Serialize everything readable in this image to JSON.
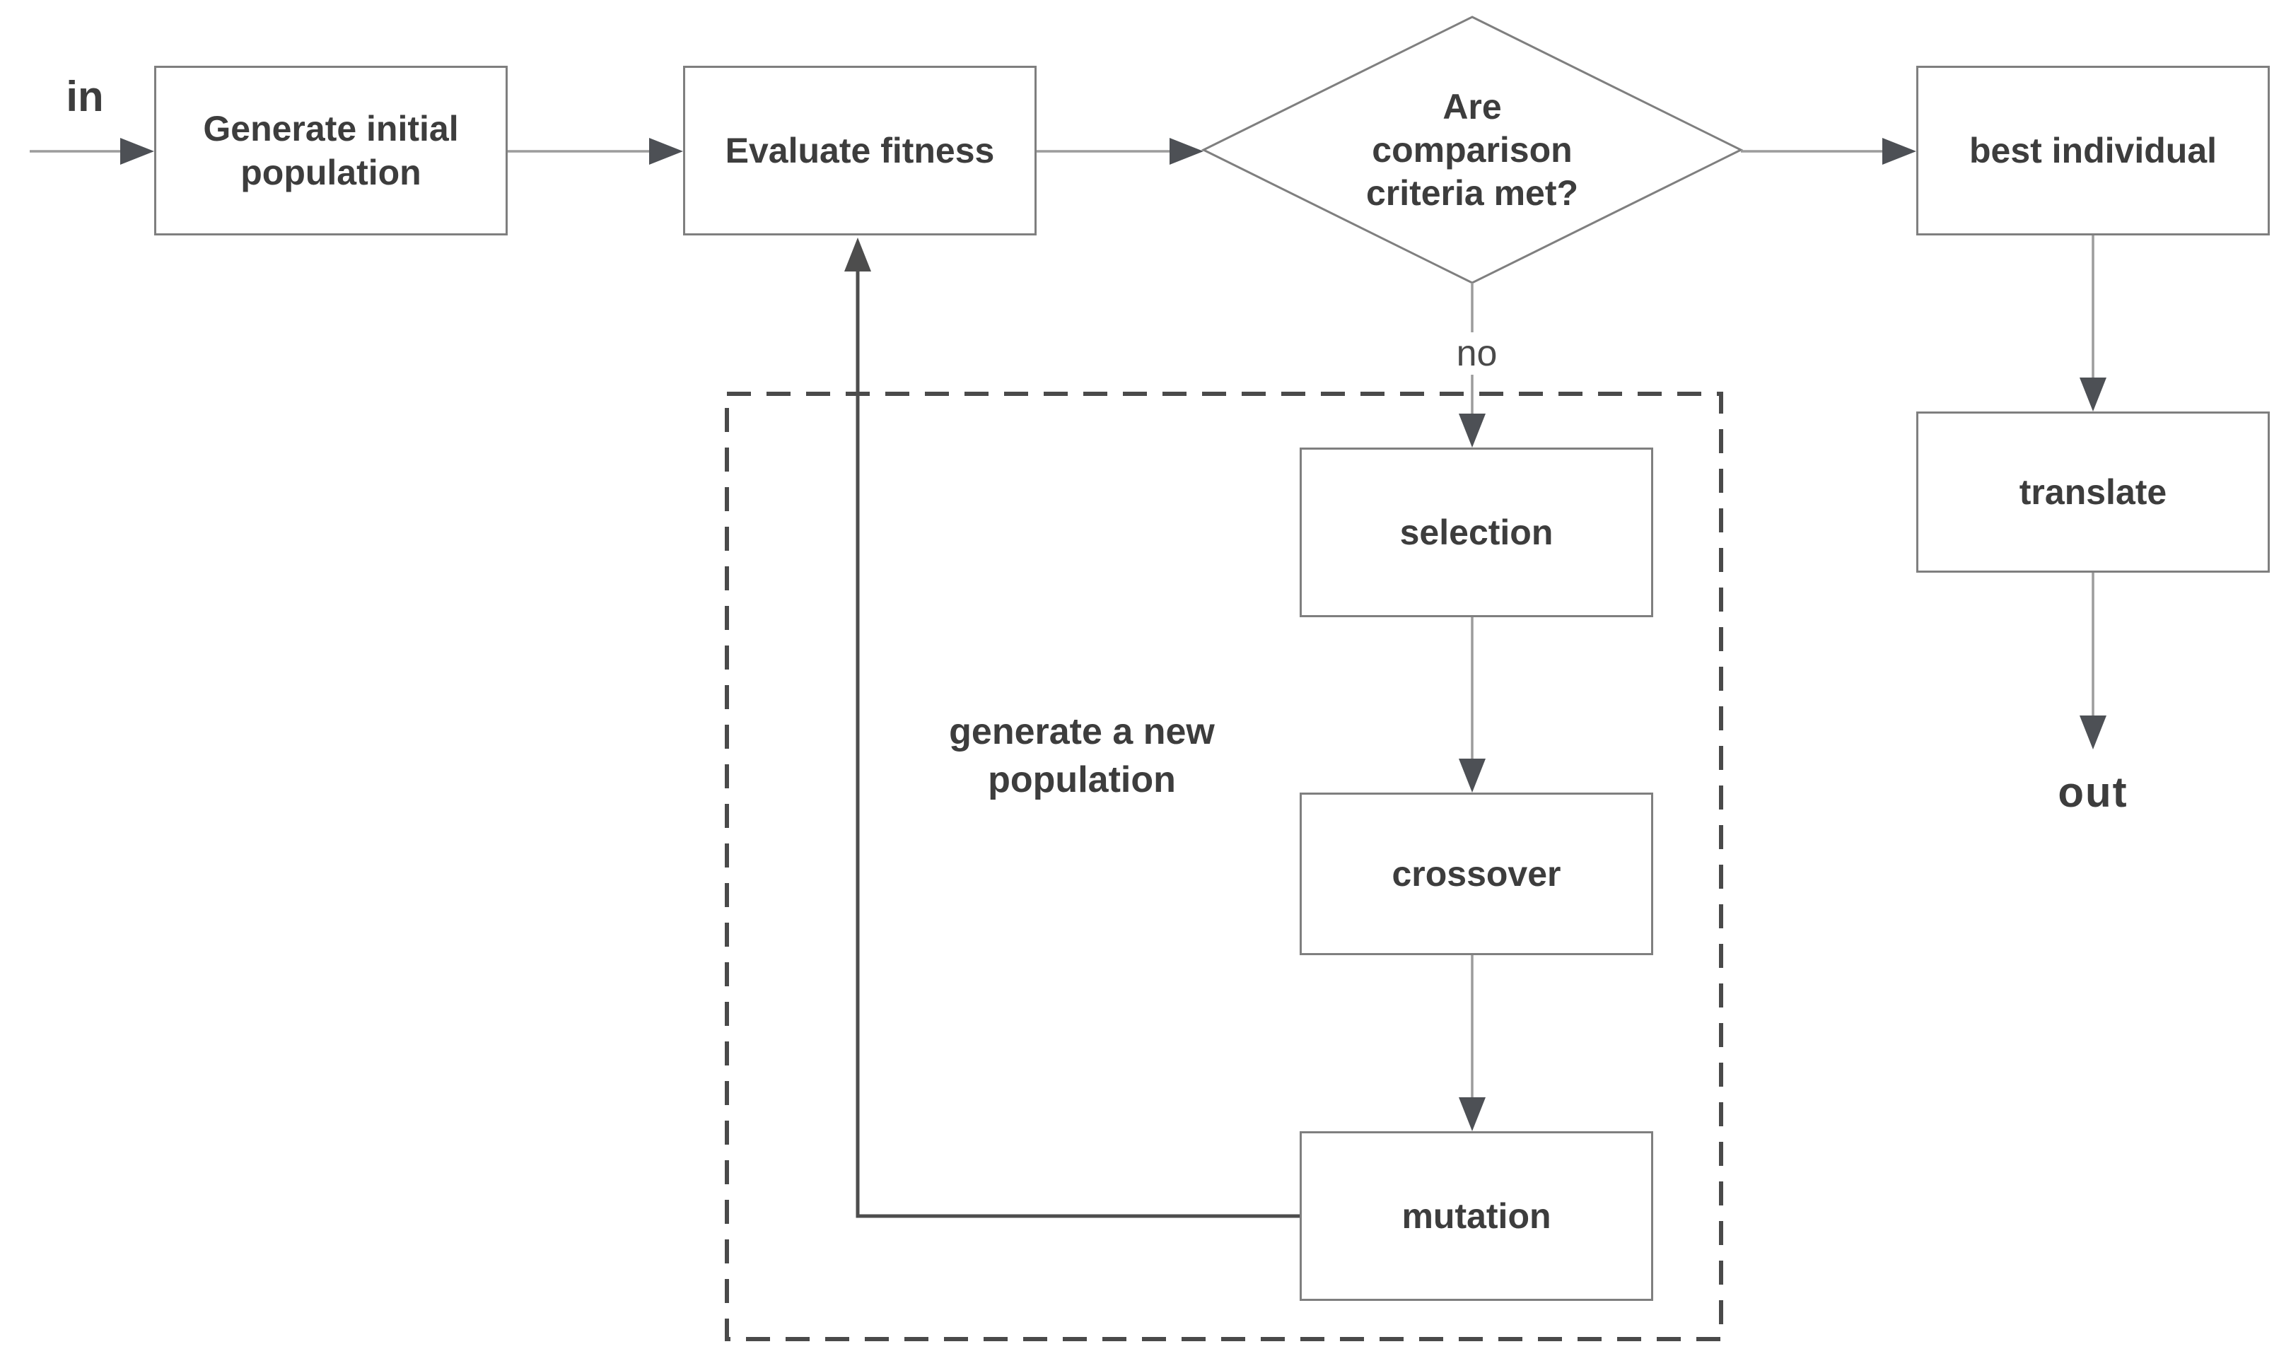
{
  "diagram": {
    "type": "flowchart",
    "labels": {
      "in": "in",
      "generate_initial_population": "Generate initial\npopulation",
      "evaluate_fitness": "Evaluate fitness",
      "decision": "Are\ncomparison\ncriteria met?",
      "no": "no",
      "best_individual": "best individual",
      "translate": "translate",
      "out": "out",
      "selection": "selection",
      "crossover": "crossover",
      "mutation": "mutation",
      "loop_caption": "generate a new\npopulation"
    },
    "colors": {
      "background": "#ffffff",
      "box_border": "#7f7f7f",
      "text": "#3d3d3d",
      "line": "#9c9c9c",
      "arrowhead": "#4d5055",
      "loop_border": "#4a4a4a",
      "loop_line": "#4d4d4d"
    }
  }
}
